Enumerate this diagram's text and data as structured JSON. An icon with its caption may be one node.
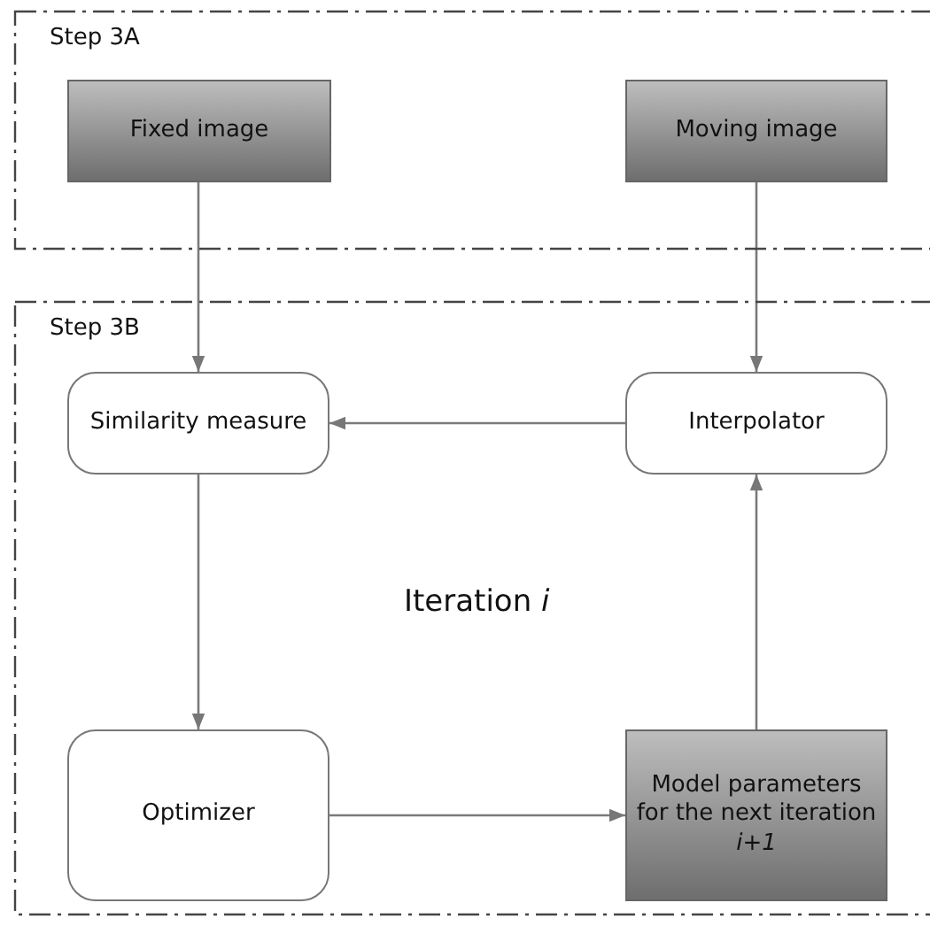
{
  "diagram": {
    "nodes": [
      {
        "text": [
          "Step 3A"
        ]
      },
      {
        "text": [
          "Fixed image"
        ],
        "in": 0
      },
      {
        "text": [
          "Moving image"
        ],
        "in": 0
      },
      {
        "text": [
          "Step 3B"
        ]
      },
      {
        "text": [
          "Similarity measure"
        ],
        "in": 3
      },
      {
        "text": [
          "Interpolator"
        ],
        "in": 3
      },
      {
        "text": [
          "Optimizer"
        ],
        "in": 3
      },
      {
        "text": [
          "Model parameters for the next iteration *i+1*"
        ],
        "in": 3
      }
    ],
    "edges": [
      {
        "from": 1,
        "to": 4,
        "arrow": "to"
      },
      {
        "from": 2,
        "to": 5,
        "arrow": "to"
      },
      {
        "from": 5,
        "to": 4,
        "arrow": "to"
      },
      {
        "from": 4,
        "to": 6,
        "arrow": "to"
      },
      {
        "from": 6,
        "to": 7,
        "arrow": "to"
      },
      {
        "from": 7,
        "to": 5,
        "arrow": "to"
      }
    ],
    "labels": [
      "Iteration *i*"
    ]
  }
}
